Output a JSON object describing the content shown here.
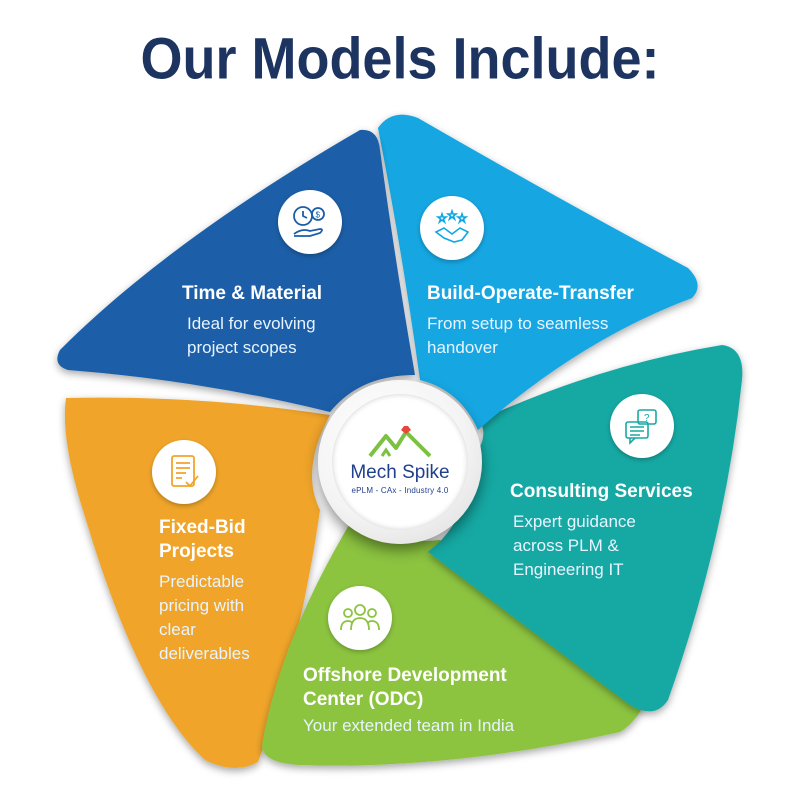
{
  "title": "Our Models Include:",
  "logo": {
    "name": "Mech Spike",
    "tagline": "ePLM - CAx - Industry 4.0"
  },
  "segments": [
    {
      "id": "time-material",
      "title": "Time & Material",
      "desc_line1": "Ideal for evolving",
      "desc_line2": "project scopes",
      "color": "#1a5ea8",
      "icon": "clock-money-hand-icon"
    },
    {
      "id": "bot",
      "title": "Build-Operate-Transfer",
      "desc_line1": "From setup to seamless",
      "desc_line2": "handover",
      "color": "#12a7e3",
      "icon": "handshake-stars-icon"
    },
    {
      "id": "consulting",
      "title": "Consulting Services",
      "desc_line1": "Expert guidance",
      "desc_line2": "across PLM &",
      "desc_line3": "Engineering IT",
      "color": "#18a9a4",
      "icon": "chat-question-icon"
    },
    {
      "id": "odc",
      "title_line1": "Offshore Development",
      "title_line2": "Center (ODC)",
      "desc_line1": "Your extended team in India",
      "color": "#8cc43f",
      "icon": "team-people-icon"
    },
    {
      "id": "fixed-bid",
      "title_line1": "Fixed-Bid",
      "title_line2": "Projects",
      "desc_line1": "Predictable",
      "desc_line2": "pricing with",
      "desc_line3": "clear",
      "desc_line4": "deliverables",
      "color": "#f0a52a",
      "icon": "document-check-icon"
    }
  ]
}
